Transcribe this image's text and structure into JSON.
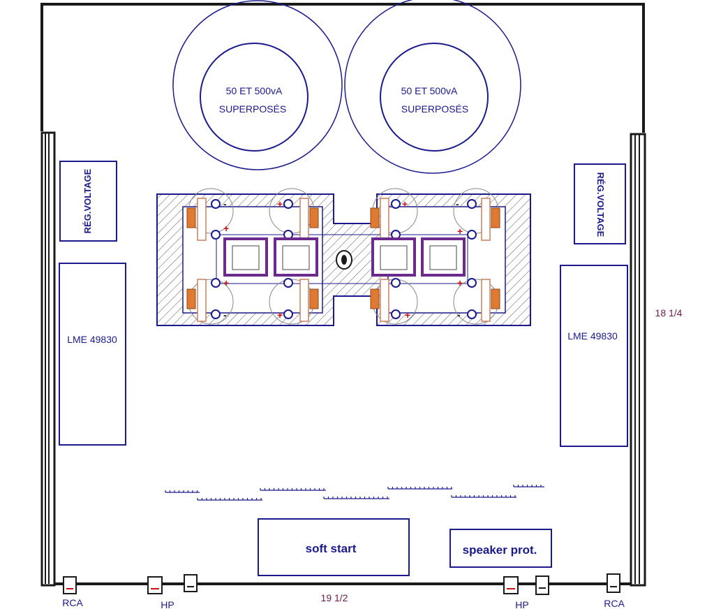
{
  "transformers": [
    {
      "line1": "50 ET 500vA",
      "line2": "SUPERPOSÉS"
    },
    {
      "line1": "50 ET 500vA",
      "line2": "SUPERPOSÉS"
    }
  ],
  "regulators": {
    "left": "RÉG.VOLTAGE",
    "right": "RÉG.VOLTAGE"
  },
  "amplifiers": {
    "left": "LME 49830",
    "right": "LME 49830"
  },
  "modules": {
    "soft_start": "soft start",
    "speaker_prot": "speaker prot."
  },
  "connectors": {
    "rca_left": "RCA",
    "hp_left": "HP",
    "hp_right": "HP",
    "rca_right": "RCA"
  },
  "dimensions": {
    "width": "19 1/2",
    "depth": "18 1/4"
  },
  "polarity": {
    "plus": "+",
    "minus": "-"
  },
  "colors": {
    "label": "#1a1a8c",
    "chassis": "#1a1a1a",
    "dimension": "#6b1a4a",
    "chip": "#6b2a8c",
    "cap_tab": "#e07a30"
  }
}
